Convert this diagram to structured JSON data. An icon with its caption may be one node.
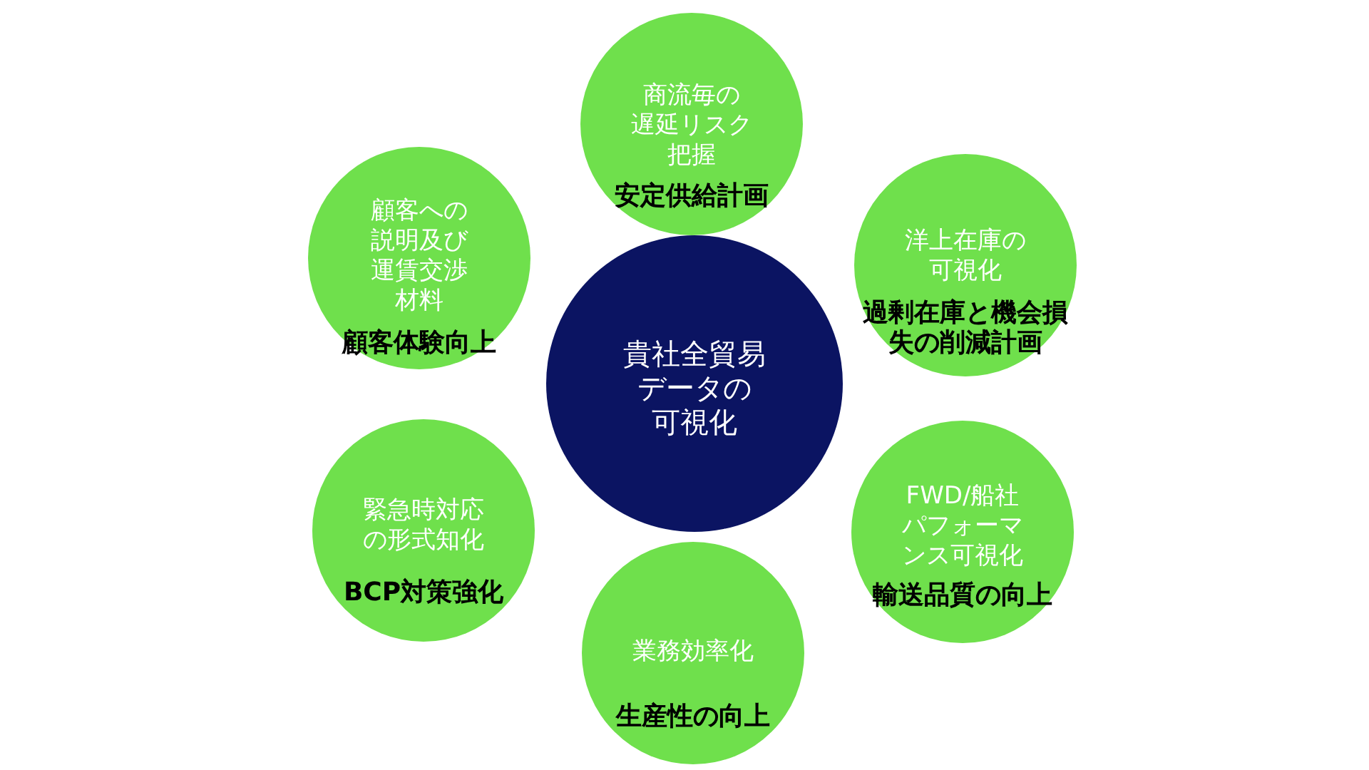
{
  "diagram": {
    "nodes": [
      {
        "text": [
          "貴社全貿易データの可視化"
        ]
      },
      {
        "text": [
          "商流毎の遅延リスク把握",
          "安定供給計画"
        ]
      },
      {
        "text": [
          "洋上在庫の可視化",
          "過剰在庫と機会損失の削減計画"
        ]
      },
      {
        "text": [
          "FWD/船社パフォーマンス可視化",
          "輸送品質の向上"
        ]
      },
      {
        "text": [
          "業務効率化",
          "生産性の向上"
        ]
      },
      {
        "text": [
          "緊急時対応の形式知化",
          "BCP対策強化"
        ]
      },
      {
        "text": [
          "顧客への説明及び運賃交渉材料",
          "顧客体験向上"
        ]
      }
    ]
  }
}
